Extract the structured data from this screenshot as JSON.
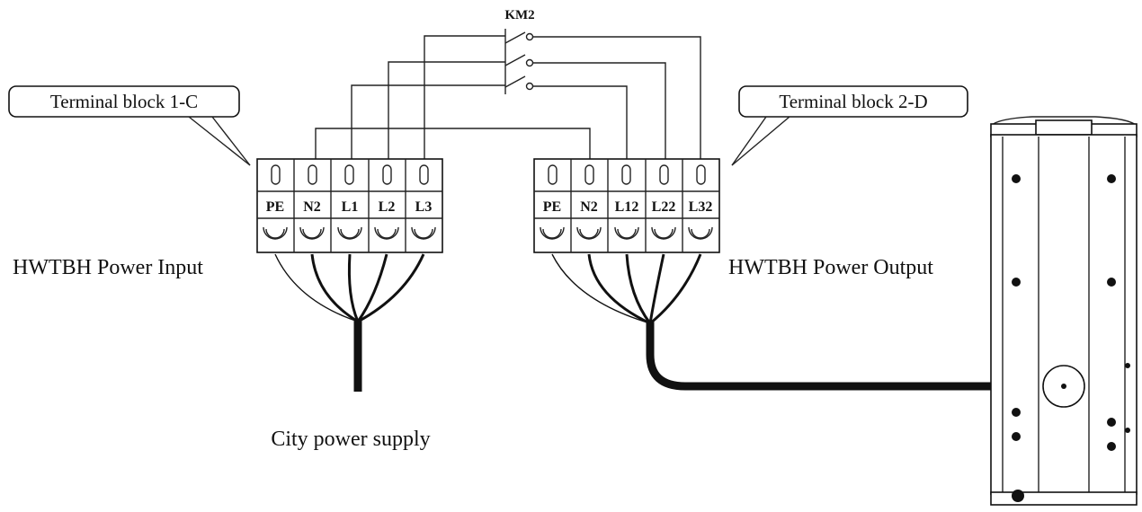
{
  "relay": {
    "label": "KM2"
  },
  "callouts": {
    "left": "Terminal block 1-C",
    "right": "Terminal block 2-D"
  },
  "terminal_blocks": {
    "input": {
      "terminals": [
        "PE",
        "N2",
        "L1",
        "L2",
        "L3"
      ]
    },
    "output": {
      "terminals": [
        "PE",
        "N2",
        "L12",
        "L22",
        "L32"
      ]
    }
  },
  "captions": {
    "input": "HWTBH Power Input",
    "output": "HWTBH Power Output",
    "supply": "City power supply"
  }
}
